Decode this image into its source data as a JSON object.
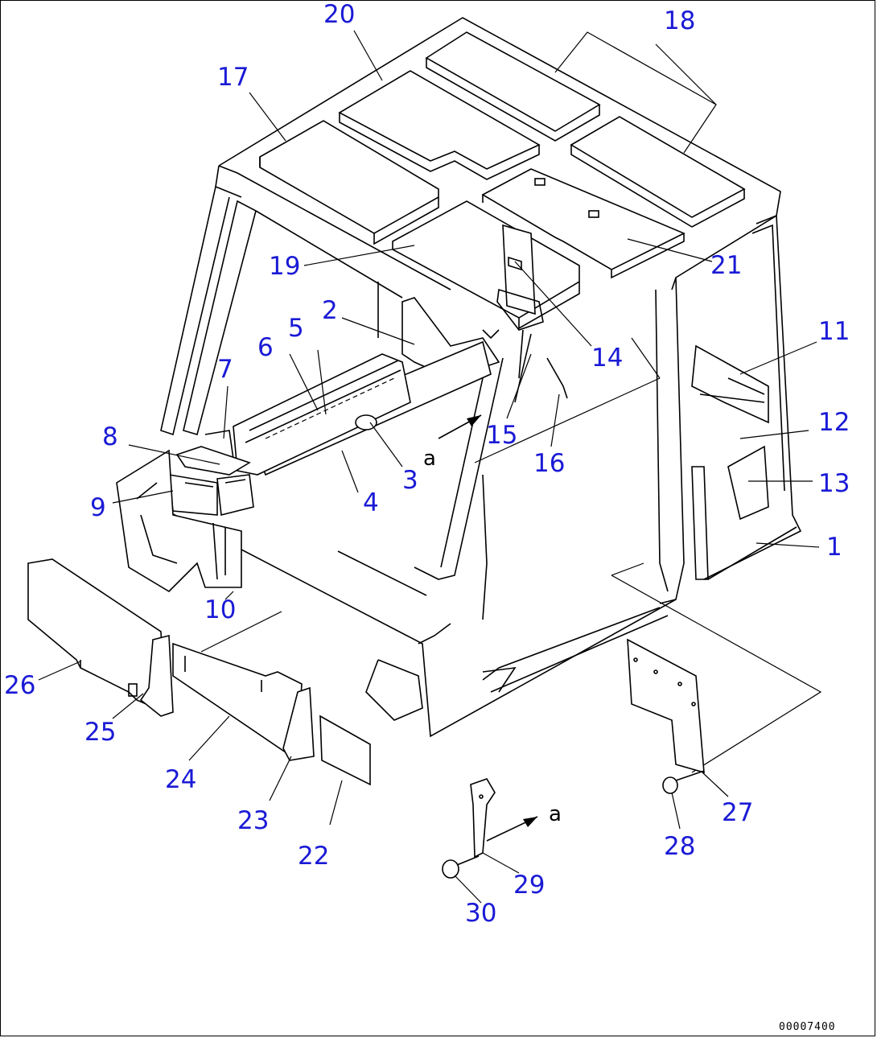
{
  "drawing_code": "00007400",
  "view_marker": "a",
  "callouts": [
    {
      "id": "1",
      "text": "1"
    },
    {
      "id": "2",
      "text": "2"
    },
    {
      "id": "3",
      "text": "3"
    },
    {
      "id": "4",
      "text": "4"
    },
    {
      "id": "5",
      "text": "5"
    },
    {
      "id": "6",
      "text": "6"
    },
    {
      "id": "7",
      "text": "7"
    },
    {
      "id": "8",
      "text": "8"
    },
    {
      "id": "9",
      "text": "9"
    },
    {
      "id": "10",
      "text": "10"
    },
    {
      "id": "11",
      "text": "11"
    },
    {
      "id": "12",
      "text": "12"
    },
    {
      "id": "13",
      "text": "13"
    },
    {
      "id": "14",
      "text": "14"
    },
    {
      "id": "15",
      "text": "15"
    },
    {
      "id": "16",
      "text": "16"
    },
    {
      "id": "17",
      "text": "17"
    },
    {
      "id": "18",
      "text": "18"
    },
    {
      "id": "19",
      "text": "19"
    },
    {
      "id": "20",
      "text": "20"
    },
    {
      "id": "21",
      "text": "21"
    },
    {
      "id": "22",
      "text": "22"
    },
    {
      "id": "23",
      "text": "23"
    },
    {
      "id": "24",
      "text": "24"
    },
    {
      "id": "25",
      "text": "25"
    },
    {
      "id": "26",
      "text": "26"
    },
    {
      "id": "27",
      "text": "27"
    },
    {
      "id": "28",
      "text": "28"
    },
    {
      "id": "29",
      "text": "29"
    },
    {
      "id": "30",
      "text": "30"
    }
  ],
  "colors": {
    "callout": "#1a1ad6",
    "line": "#000000",
    "background": "#ffffff"
  }
}
